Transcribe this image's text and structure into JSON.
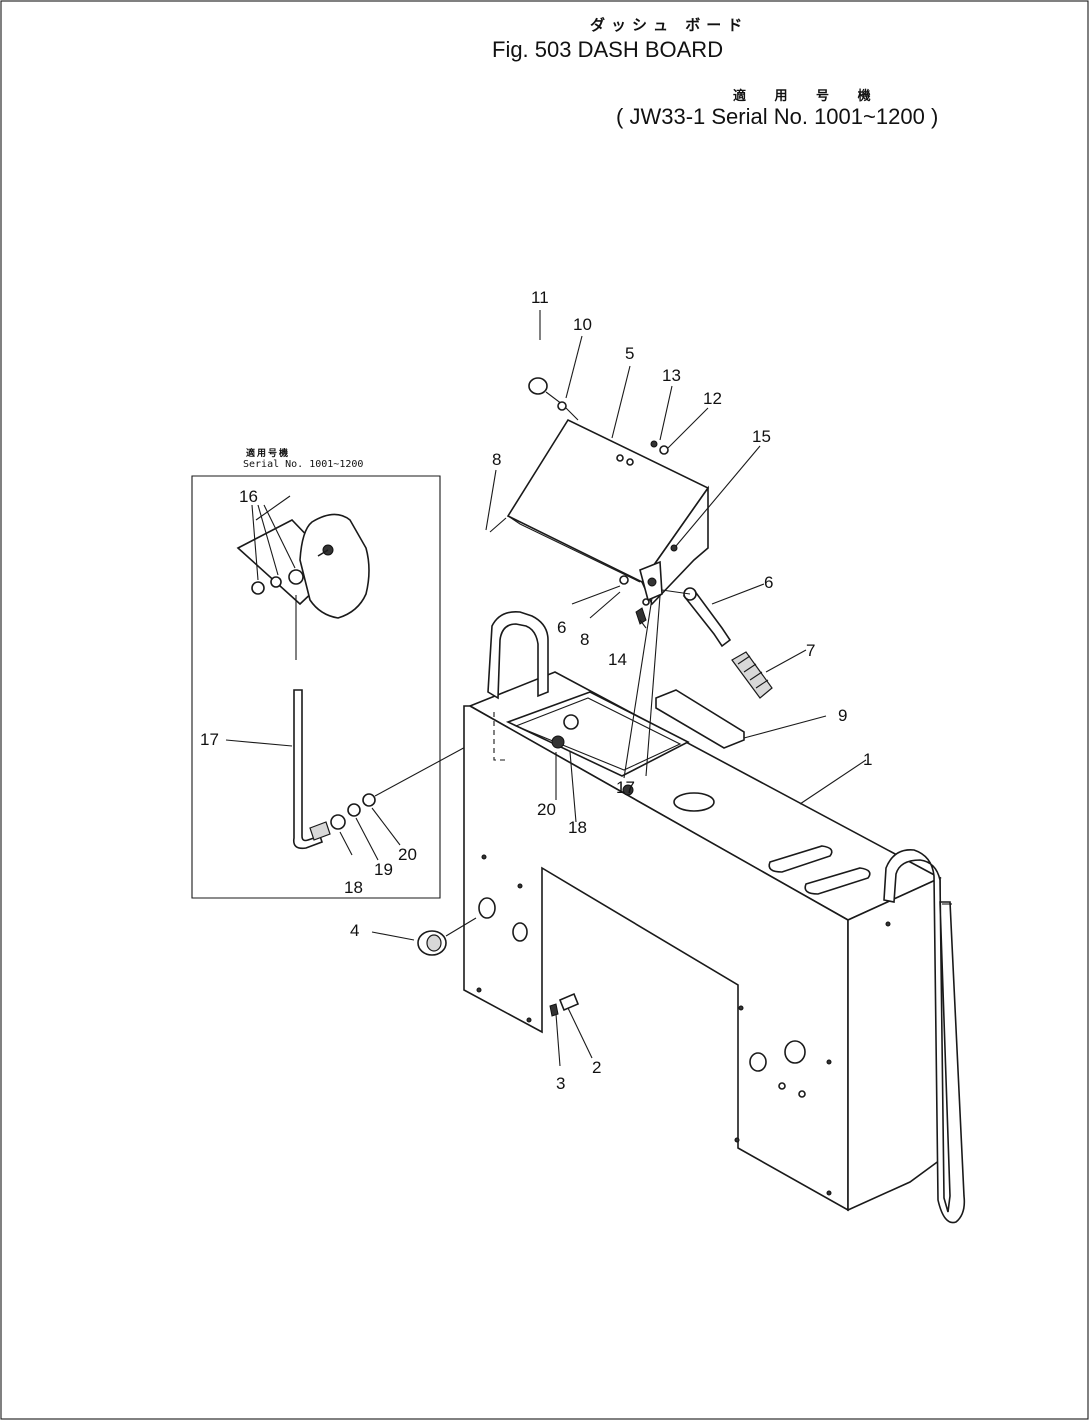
{
  "header": {
    "jp_title": "ダッシュ ボード",
    "figure_title": "Fig. 503 DASH BOARD",
    "jp_applicable": "適 用 号 機",
    "serial_range": "JW33-1 Serial No. 1001~1200"
  },
  "inset": {
    "jp_applicable": "適用号機",
    "serial_range": "Serial No. 1001~1200"
  },
  "callouts": [
    "1",
    "2",
    "3",
    "4",
    "5",
    "6",
    "6",
    "7",
    "8",
    "8",
    "9",
    "10",
    "11",
    "12",
    "13",
    "14",
    "15",
    "16",
    "17",
    "18",
    "18",
    "19",
    "20",
    "20",
    "17"
  ]
}
